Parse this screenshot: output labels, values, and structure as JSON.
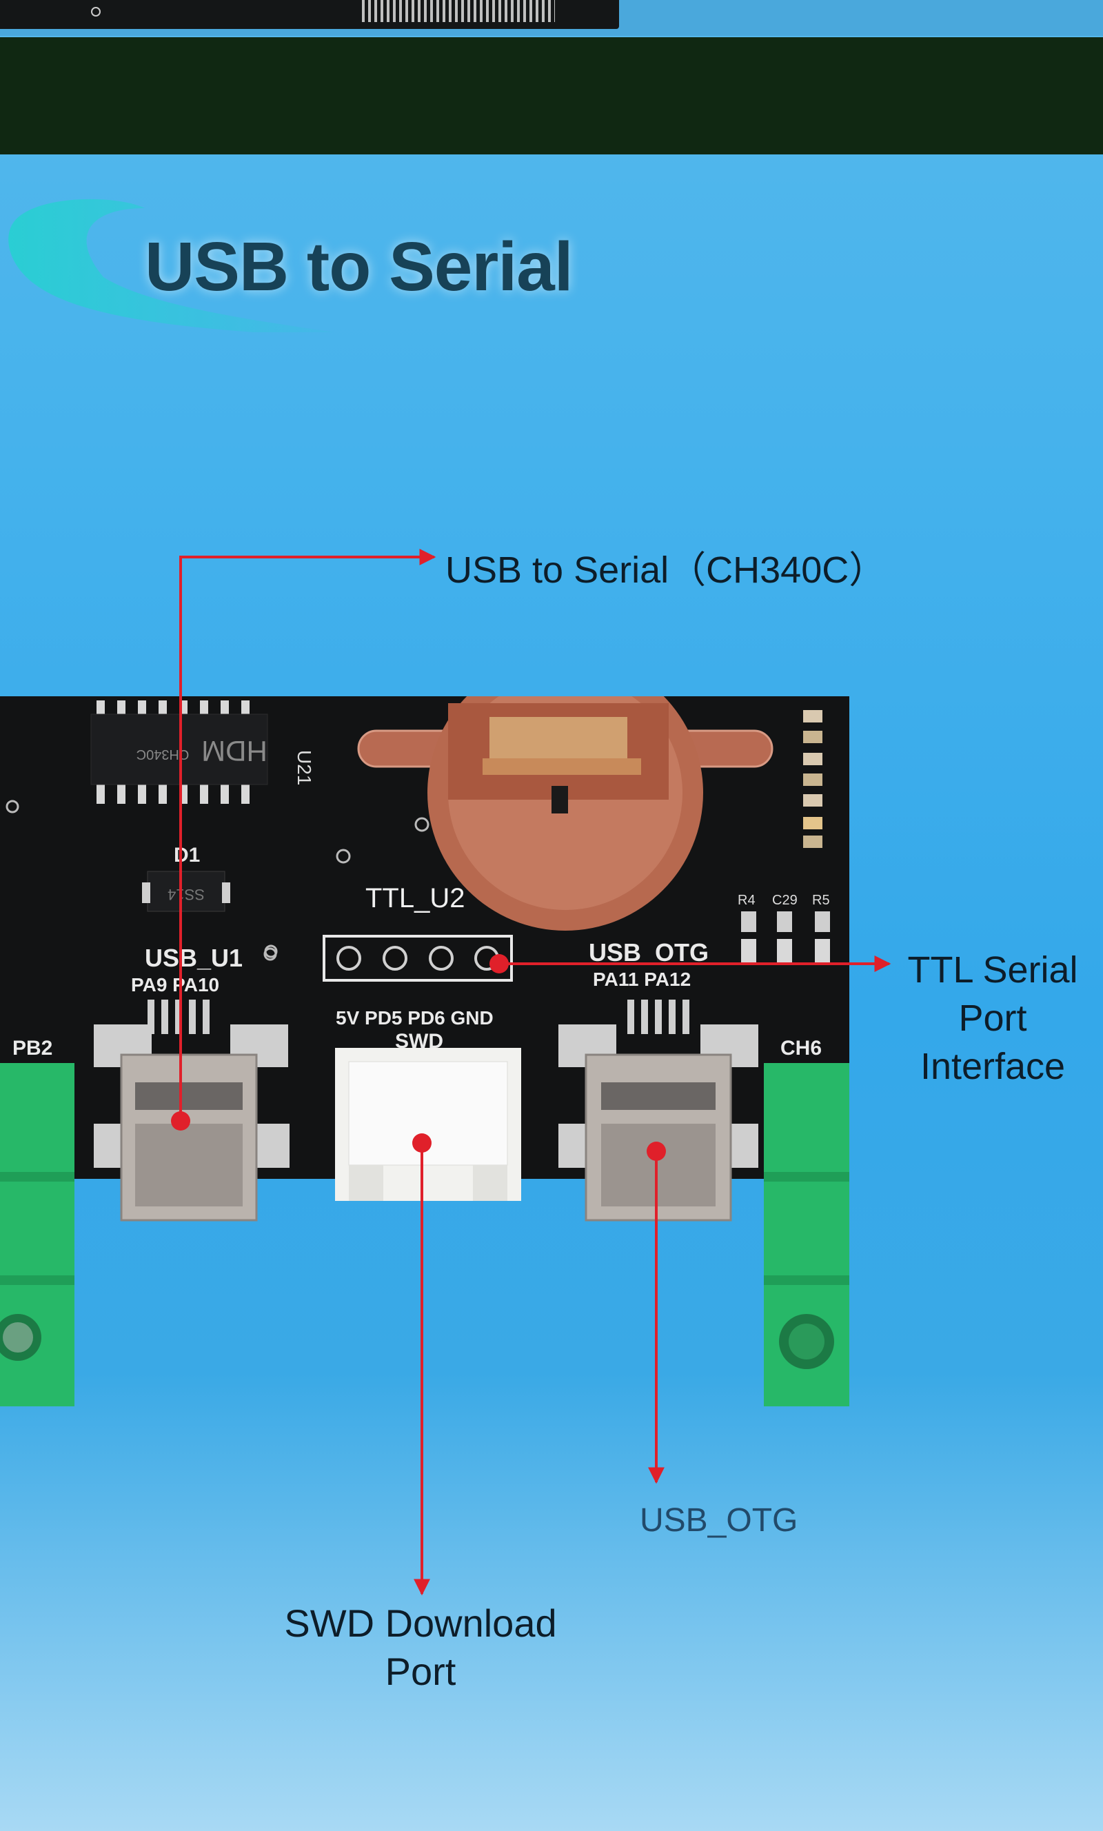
{
  "title": "USB to Serial",
  "callouts": {
    "usb_to_serial": "USB to Serial（CH340C）",
    "ttl_serial": "TTL Serial Port Interface",
    "usb_otg": "USB_OTG",
    "swd_download": "SWD Download Port"
  },
  "board_labels": {
    "chip": "CH340C",
    "chip_brand": "HDM",
    "chip_ref": "U21",
    "diode_ref": "D1",
    "diode_part": "SS14",
    "ttl_header": "TTL_U2",
    "ttl_pins": "5V PD5 PD6 GND",
    "swd": "SWD",
    "usb_u1": "USB_U1",
    "usb_u1_pins": "PA9 PA10",
    "usb_otg": "USB_OTG",
    "usb_otg_pins": "PA11 PA12",
    "left_terminal": "PB2",
    "right_terminal": "CH6",
    "r4": "R4",
    "c29": "C29",
    "r5": "R5"
  },
  "colors": {
    "callout_line": "#e0202a",
    "board": "#121314",
    "terminal_green": "#27b868",
    "title_text": "#174257"
  }
}
